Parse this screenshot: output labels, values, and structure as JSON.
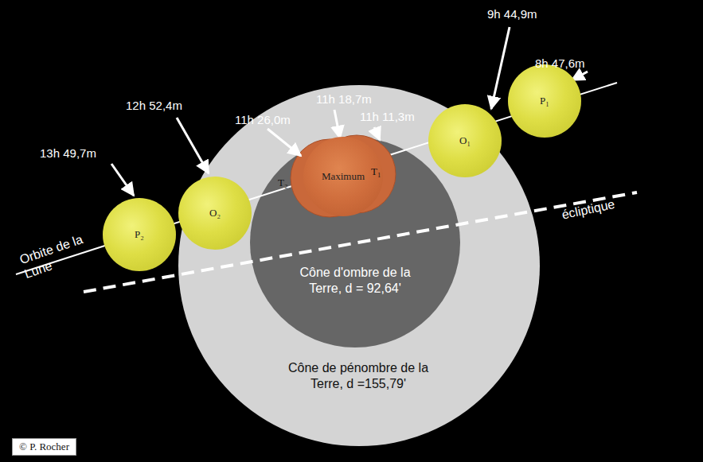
{
  "diagram": {
    "nodes": [
      {
        "text": [
          "Cône de pénombre de la Terre, d =155,79'"
        ]
      },
      {
        "text": [
          "Cône d'ombre de la Terre, d = 92,64'"
        ],
        "in": 0
      },
      {
        "text": [
          "P₁"
        ]
      },
      {
        "text": [
          "O₁"
        ]
      },
      {
        "text": [
          "Maximum"
        ]
      },
      {
        "text": [
          "O₂"
        ]
      },
      {
        "text": [
          "P₂"
        ]
      }
    ],
    "labels": [
      "8h 47,6m",
      "9h 44,9m",
      "11h 11,3m",
      "11h 18,7m",
      "11h 26,0m",
      "12h 52,4m",
      "13h 49,7m",
      "T₁",
      "T₂",
      "Orbite de la Lune",
      "écliptique",
      "© P. Rocher"
    ]
  }
}
